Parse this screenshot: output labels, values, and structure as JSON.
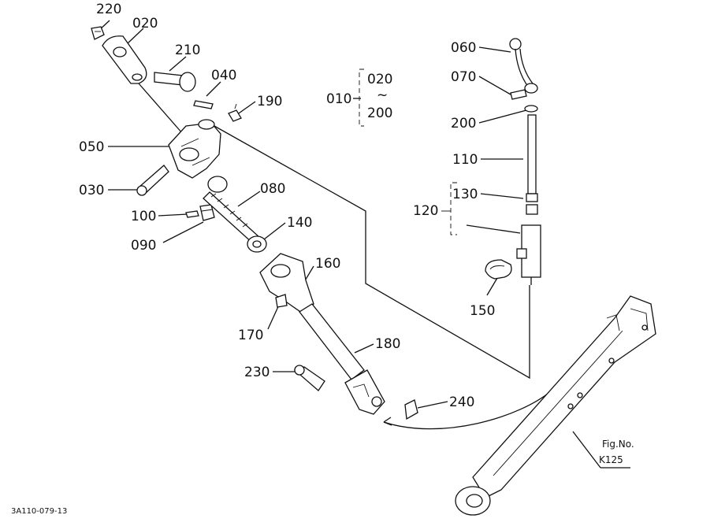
{
  "labels": {
    "p220": "220",
    "p020": "020",
    "p210": "210",
    "p040": "040",
    "p190": "190",
    "p050": "050",
    "p030": "030",
    "p100": "100",
    "p090": "090",
    "p080": "080",
    "p140": "140",
    "p160": "160",
    "p170": "170",
    "p180": "180",
    "p230": "230",
    "p240": "240",
    "p060": "060",
    "p070": "070",
    "p200": "200",
    "p110": "110",
    "p130": "130",
    "p120": "120",
    "p150": "150"
  },
  "group": {
    "main": "010",
    "from": "020",
    "tilde": "~",
    "to": "200"
  },
  "reference": {
    "fig": "Fig.No.",
    "code": "K125"
  },
  "drawing_id": "3A110-079-13"
}
